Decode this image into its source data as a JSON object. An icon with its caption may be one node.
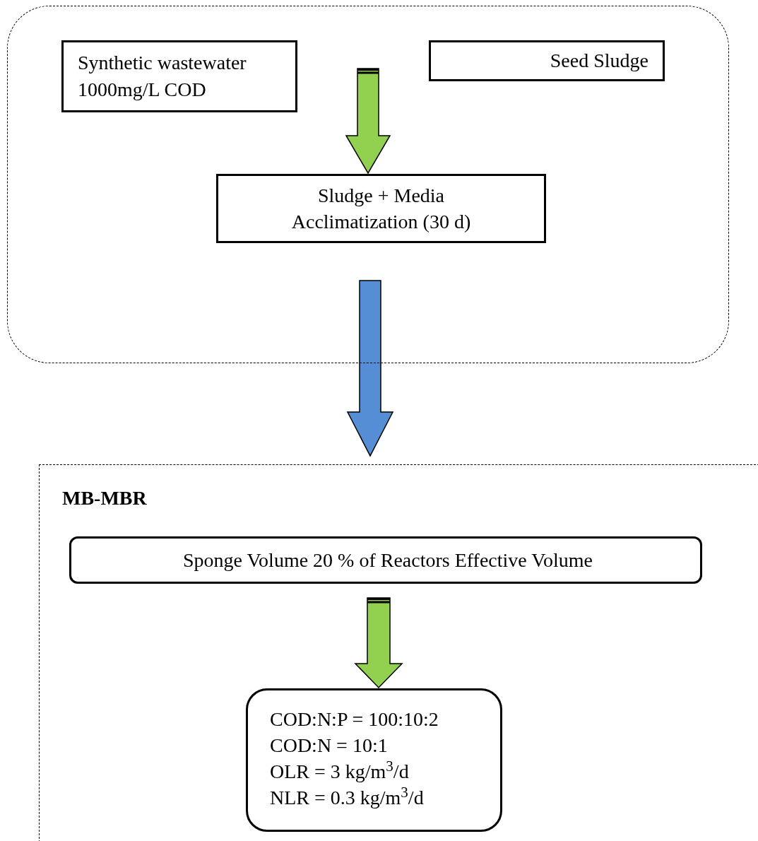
{
  "diagram": {
    "nodes": [
      {
        "text": [],
        "shape": "box"
      },
      {
        "text": [
          "Synthetic wastewater 1000mg/L COD"
        ],
        "in": 0
      },
      {
        "text": [
          "Seed Sludge"
        ],
        "in": 0
      },
      {
        "text": [
          "Sludge + Media",
          "Acclimatization (30 d)"
        ],
        "in": 0
      },
      {
        "text": [
          "MB-MBR"
        ]
      },
      {
        "text": [
          "Sponge Volume 20 % of Reactors Effective Volume"
        ],
        "in": 4
      },
      {
        "text": [
          "COD:N:P = 100:10:2",
          "COD:N = 10:1",
          "OLR = 3 kg/m$^{3}$/d",
          "NLR = 0.3 kg/m$^{3}$/d"
        ],
        "in": 4
      }
    ],
    "edges": [
      {
        "from": null,
        "to": 3,
        "arrow": "to",
        "style": "thick",
        "color": "#92d050"
      },
      {
        "from": 0,
        "to": 4,
        "arrow": "to",
        "style": "thick",
        "color": "#558ed5"
      },
      {
        "from": 5,
        "to": 6,
        "arrow": "to",
        "style": "thick",
        "color": "#92d050"
      }
    ]
  }
}
